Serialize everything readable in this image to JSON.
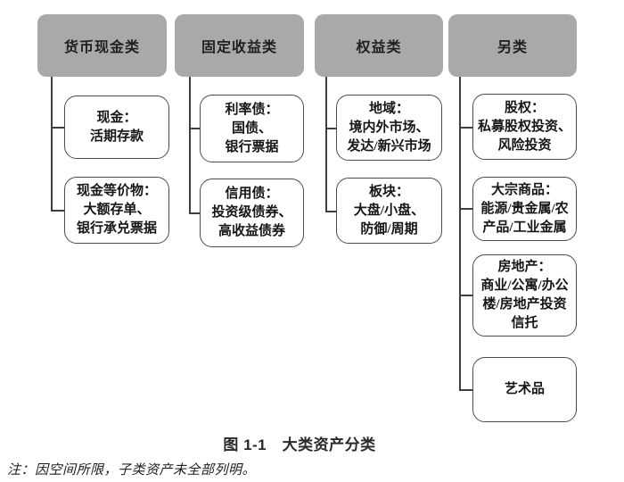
{
  "diagram": {
    "title_caption": "图 1-1　大类资产分类",
    "footnote": "注：因空间所限，子类资产未全部列明。",
    "colors": {
      "header_fill": "#a9a9a9",
      "node_border": "#4c4c4c",
      "connector": "#3f3f3f",
      "text": "#161616",
      "background": "#ffffff"
    },
    "columns": [
      {
        "header": "货币现金类",
        "children": [
          {
            "text": "现金：\n活期存款"
          },
          {
            "text": "现金等价物：\n大额存单、\n银行承兑票据"
          }
        ]
      },
      {
        "header": "固定收益类",
        "children": [
          {
            "text": "利率债：\n国债、\n银行票据"
          },
          {
            "text": "信用债：\n投资级债券、\n高收益债券"
          }
        ]
      },
      {
        "header": "权益类",
        "children": [
          {
            "text": "地域：\n境内外市场、\n发达/新兴市场"
          },
          {
            "text": "板块：\n大盘/小盘、\n防御/周期"
          }
        ]
      },
      {
        "header": "另类",
        "children": [
          {
            "text": "股权：\n私募股权投资、\n风险投资"
          },
          {
            "text": "大宗商品：\n能源/贵金属/农\n产品/工业金属"
          },
          {
            "text": "房地产：\n商业/公寓/办公\n楼/房地产投资\n信托"
          },
          {
            "text": "艺术品"
          }
        ]
      }
    ]
  }
}
